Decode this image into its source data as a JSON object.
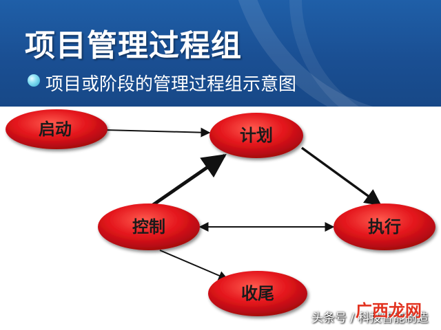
{
  "slide": {
    "title": "项目管理过程组",
    "bullet": "项目或阶段的管理过程组示意图"
  },
  "diagram": {
    "nodes": [
      {
        "id": "start",
        "label": "启动"
      },
      {
        "id": "plan",
        "label": "计划"
      },
      {
        "id": "control",
        "label": "控制"
      },
      {
        "id": "execute",
        "label": "执行"
      },
      {
        "id": "close",
        "label": "收尾"
      }
    ],
    "edges": [
      {
        "from": "start",
        "to": "plan",
        "direction": "forward"
      },
      {
        "from": "control",
        "to": "plan",
        "direction": "forward"
      },
      {
        "from": "plan",
        "to": "execute",
        "direction": "forward"
      },
      {
        "from": "control",
        "to": "execute",
        "direction": "both"
      },
      {
        "from": "control",
        "to": "close",
        "direction": "forward"
      }
    ],
    "node_color": "#e3141b"
  },
  "footer": {
    "credit": "头条号 / 科技智能制造",
    "watermark": "广西龙网"
  }
}
